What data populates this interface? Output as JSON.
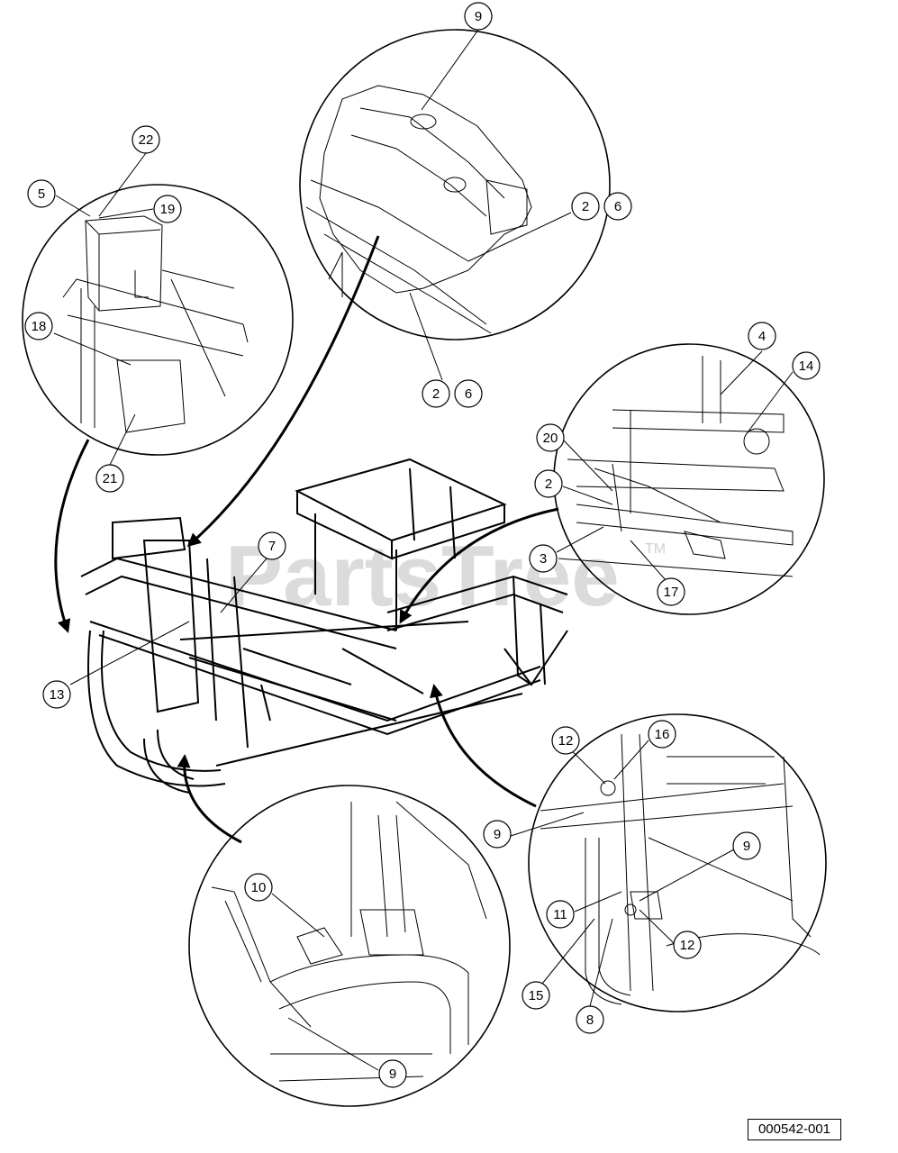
{
  "watermark": {
    "text": "PartsTree",
    "tm": "TM"
  },
  "reference_number": "000542-001",
  "callouts": {
    "c9_top": "9",
    "c2_tr": "2",
    "c6_tr": "6",
    "c2_bl": "2",
    "c6_bl": "6",
    "c22": "22",
    "c5": "5",
    "c19": "19",
    "c18": "18",
    "c21": "21",
    "c4": "4",
    "c14": "14",
    "c20": "20",
    "c2_r": "2",
    "c3": "3",
    "c17": "17",
    "c7": "7",
    "c13": "13",
    "c12_a": "12",
    "c16": "16",
    "c9_br1": "9",
    "c9_br2": "9",
    "c11": "11",
    "c12_b": "12",
    "c15": "15",
    "c8": "8",
    "c10": "10",
    "c9_bottom": "9"
  }
}
